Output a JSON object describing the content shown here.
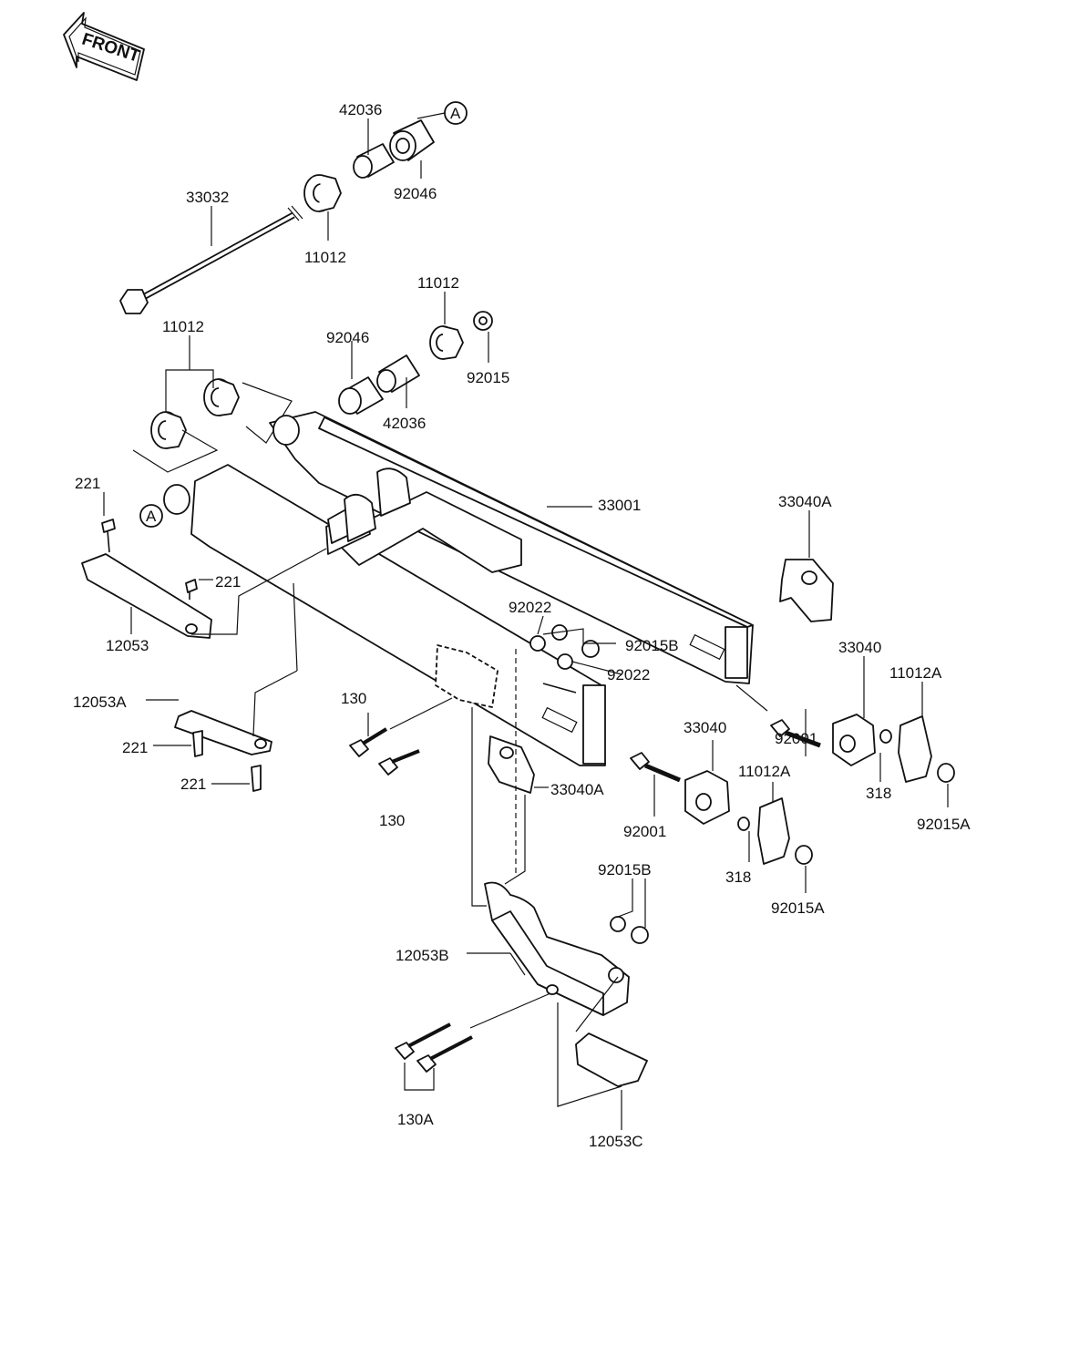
{
  "front_badge": "FRONT",
  "ref_marker": "A",
  "labels": {
    "p42036_top": "42036",
    "p92046_top": "92046",
    "p33032": "33032",
    "p11012_top": "11012",
    "p11012_mid": "11012",
    "p92046_mid": "92046",
    "p92015": "92015",
    "p42036_mid": "42036",
    "p11012_left": "11012",
    "p33001": "33001",
    "p33040A_right": "33040A",
    "p221_a": "221",
    "p221_b": "221",
    "p12053": "12053",
    "p92022_top": "92022",
    "p92015B_mid": "92015B",
    "p92022_mid": "92022",
    "p33040_right": "33040",
    "p11012A_right": "11012A",
    "p12053A": "12053A",
    "p130_a": "130",
    "p221_c": "221",
    "p221_d": "221",
    "p130_b": "130",
    "p33040A_mid": "33040A",
    "p92001_right": "92001",
    "p318_right": "318",
    "p92015A_right": "92015A",
    "p33040_mid": "33040",
    "p11012A_mid": "11012A",
    "p92001_mid": "92001",
    "p318_mid": "318",
    "p92015A_mid": "92015A",
    "p92015B_low": "92015B",
    "p12053B": "12053B",
    "p130A": "130A",
    "p12053C": "12053C"
  }
}
